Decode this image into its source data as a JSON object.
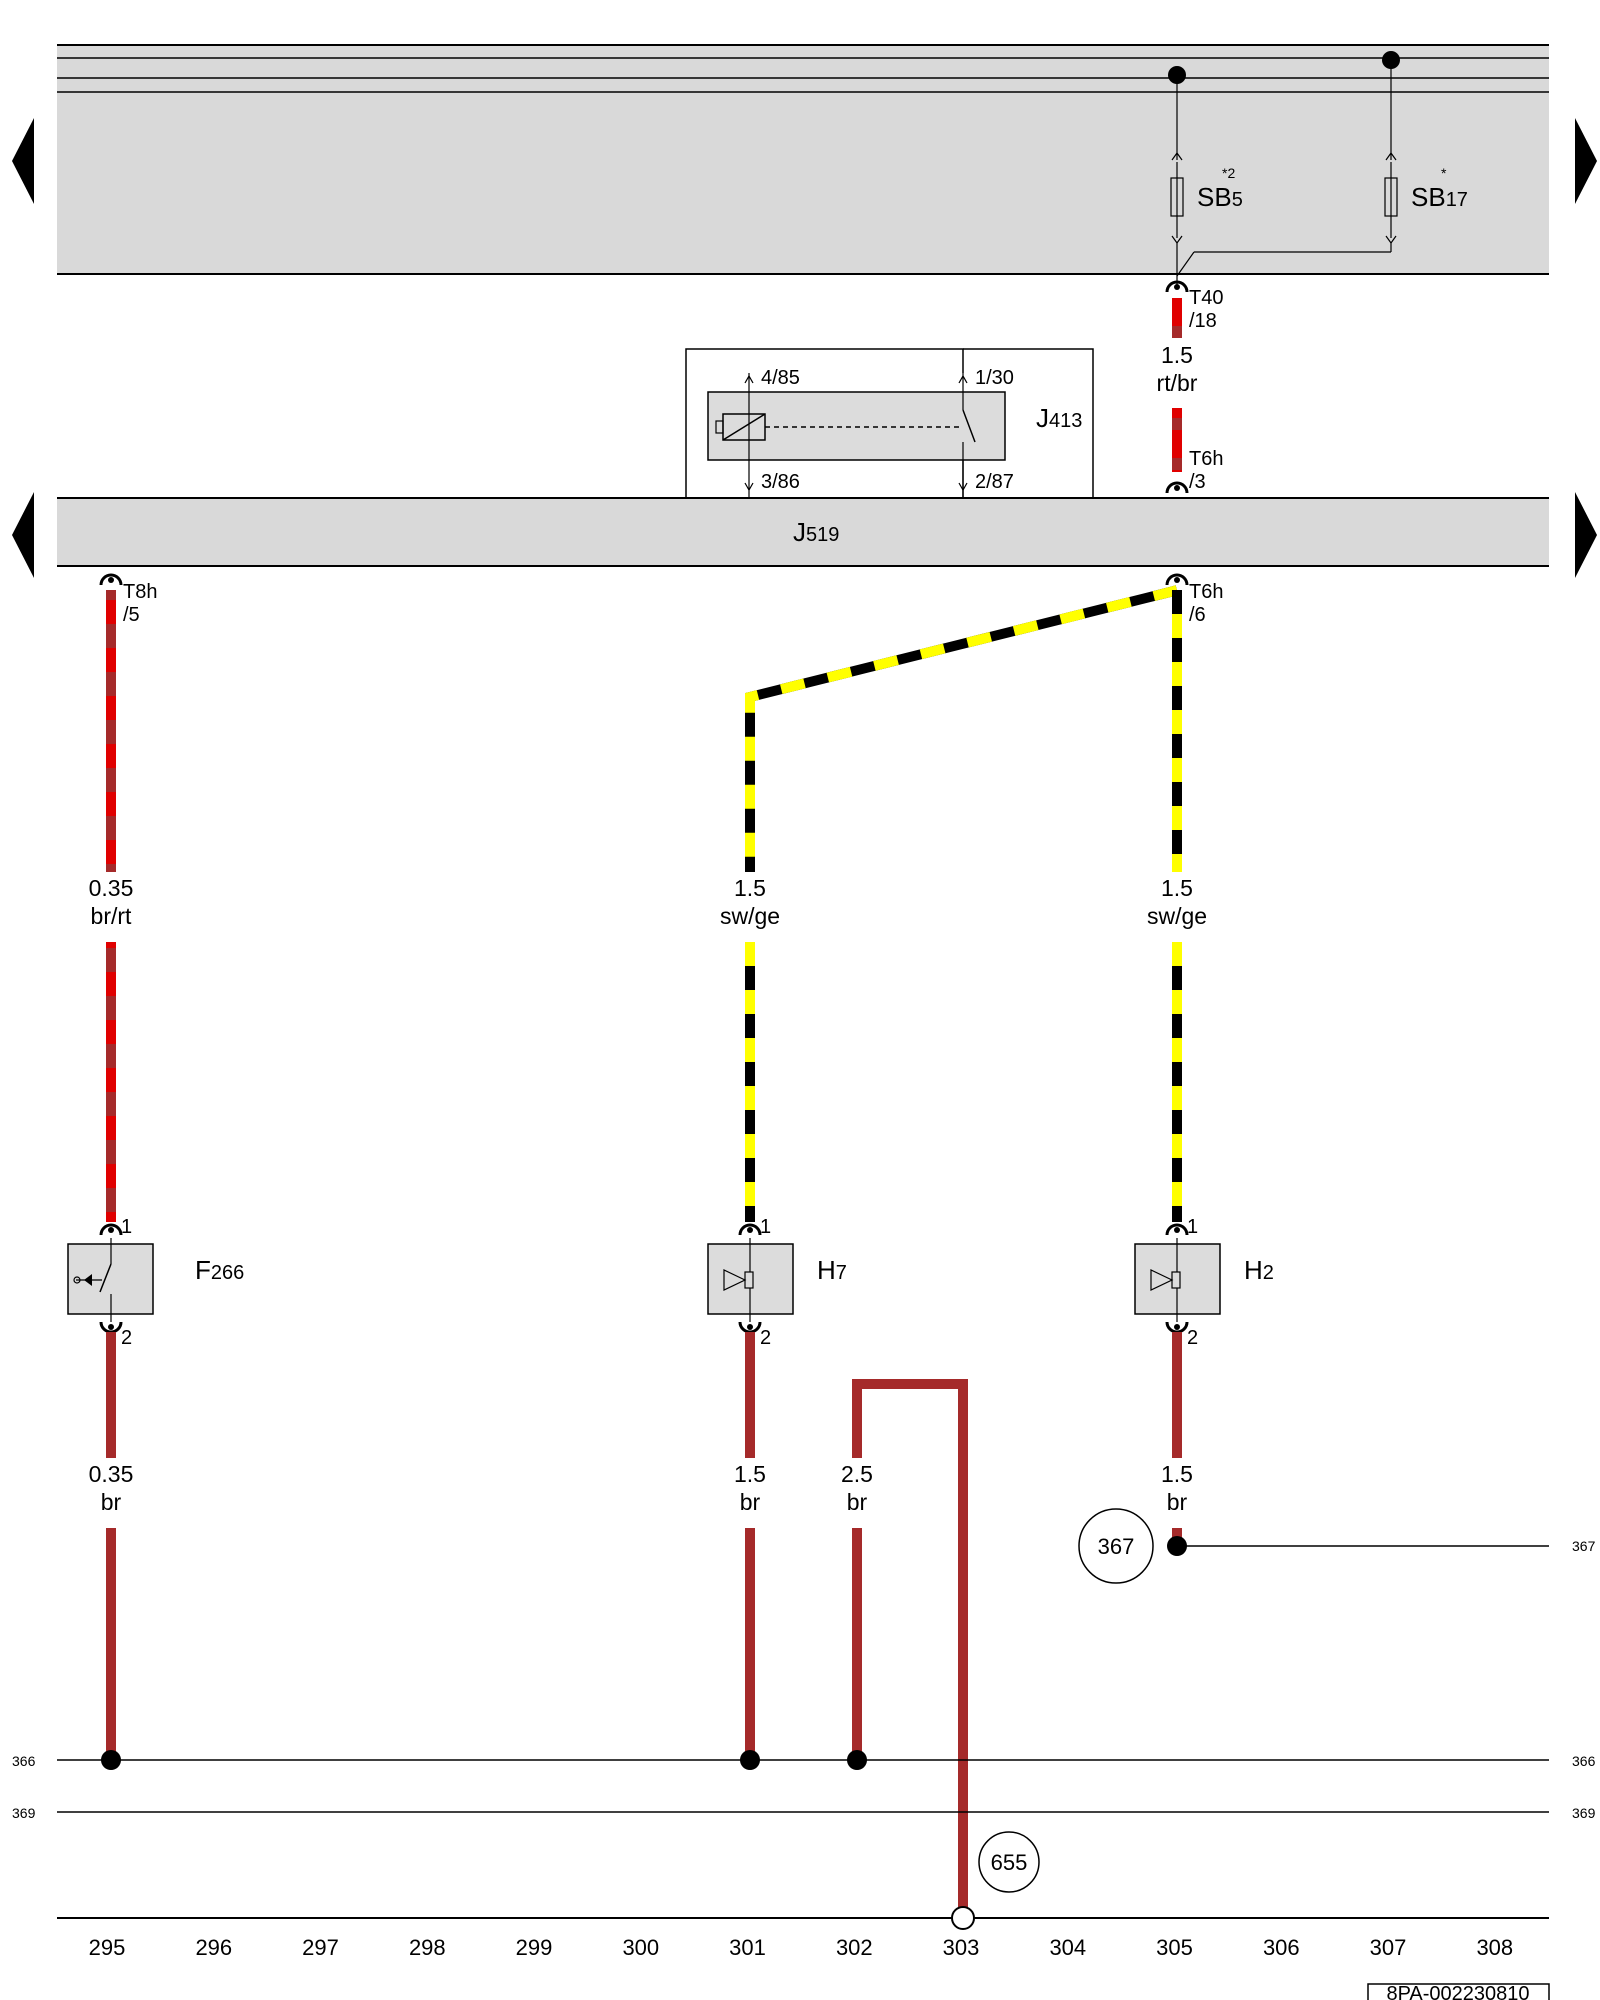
{
  "fuses": [
    {
      "id": "sb5",
      "name": "SB",
      "sub": "5",
      "sup": "*2"
    },
    {
      "id": "sb17",
      "name": "SB",
      "sub": "17",
      "sup": "*"
    }
  ],
  "components": {
    "j413": {
      "name": "J",
      "sub": "413"
    },
    "j519": {
      "name": "J",
      "sub": "519"
    },
    "f266": {
      "name": "F",
      "sub": "266"
    },
    "h7": {
      "name": "H",
      "sub": "7"
    },
    "h2": {
      "name": "H",
      "sub": "2"
    }
  },
  "relay_pins": {
    "p85": "4/85",
    "p30": "1/30",
    "p86": "3/86",
    "p87": "2/87"
  },
  "connectors": {
    "t40": {
      "a": "T40",
      "b": "/18"
    },
    "t6h_3": {
      "a": "T6h",
      "b": "/3"
    },
    "t8h_5": {
      "a": "T8h",
      "b": "/5"
    },
    "t6h_6": {
      "a": "T6h",
      "b": "/6"
    }
  },
  "pins": {
    "pin1": "1",
    "pin2": "2"
  },
  "wires": [
    {
      "id": "w305a",
      "size": "1.5",
      "color_code": "rt/br"
    },
    {
      "id": "w295a",
      "size": "0.35",
      "color_code": "br/rt"
    },
    {
      "id": "w301a",
      "size": "1.5",
      "color_code": "sw/ge"
    },
    {
      "id": "w305b",
      "size": "1.5",
      "color_code": "sw/ge"
    },
    {
      "id": "w295b",
      "size": "0.35",
      "color_code": "br"
    },
    {
      "id": "w301b",
      "size": "1.5",
      "color_code": "br"
    },
    {
      "id": "w302",
      "size": "2.5",
      "color_code": "br"
    },
    {
      "id": "w305c",
      "size": "1.5",
      "color_code": "br"
    }
  ],
  "references": {
    "r367": "367",
    "r655": "655"
  },
  "ground_lines": {
    "l366": "366",
    "l369": "369",
    "l367": "367"
  },
  "columns": [
    "295",
    "296",
    "297",
    "298",
    "299",
    "300",
    "301",
    "302",
    "303",
    "304",
    "305",
    "306",
    "307",
    "308"
  ],
  "doc_id": "8PA-002230810",
  "colors": {
    "brown": "#a52a2a",
    "red": "#e00000",
    "yellow": "#ffff00",
    "black": "#000000",
    "panel": "#d9d9d9",
    "component": "#dcdcdc"
  }
}
